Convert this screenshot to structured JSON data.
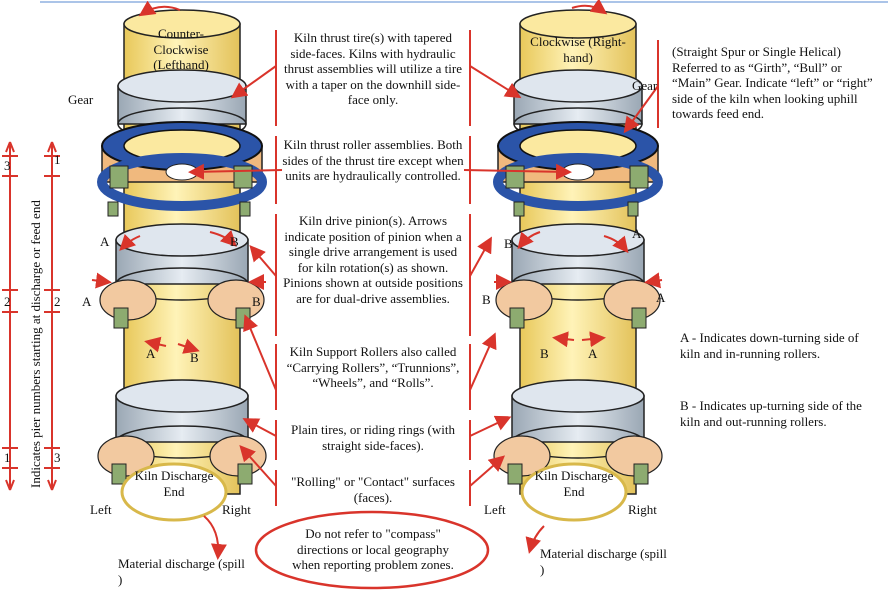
{
  "left_kiln": {
    "rotation_label": "Counter-Clockwise (Lefthand)",
    "gear_label": "Gear",
    "left_label": "Left",
    "right_label": "Right",
    "discharge_end_label": "Kiln Discharge End",
    "material_discharge": "Material discharge (spill )",
    "pos_a_upper": "A",
    "pos_b_upper": "B",
    "pos_a_side": "A",
    "pos_b_side": "B",
    "pos_a_lower": "A",
    "pos_b_lower": "B"
  },
  "right_kiln": {
    "rotation_label": "Clockwise (Right-hand)",
    "gear_label": "Gear",
    "left_label": "Left",
    "right_label": "Right",
    "discharge_end_label": "Kiln Discharge End",
    "material_discharge": "Material discharge (spill )",
    "pos_b_upper": "B",
    "pos_a_upper": "A",
    "pos_b_side": "B",
    "pos_a_side": "A",
    "pos_b_lower": "B",
    "pos_a_lower": "A"
  },
  "pier_axis": {
    "label": "Indicates pier numbers starting at discharge or feed end",
    "left_column": [
      "3",
      "2",
      "1"
    ],
    "right_column": [
      "1",
      "2",
      "3"
    ]
  },
  "callouts": {
    "thrust_tire": "Kiln thrust tire(s) with tapered side-faces. Kilns with hydraulic thrust assemblies will utilize a tire with a taper on the downhill side-face only.",
    "thrust_rollers": "Kiln thrust roller assemblies. Both sides of the thrust tire except when units are hydraulically controlled.",
    "drive_pinion": "Kiln drive pinion(s). Arrows indicate position of pinion when a single drive arrangement is used for kiln rotation(s) as shown. Pinions shown at outside positions are for dual-drive assemblies.",
    "support_rollers": "Kiln Support Rollers also called “Carrying Rollers”, “Trunnions”, “Wheels”, and “Rolls”.",
    "plain_tires": "Plain tires, or riding rings (with straight side-faces).",
    "rolling_surfaces": "\"Rolling\" or \"Contact\" surfaces (faces).",
    "compass_note": "Do not refer to \"compass\" directions or local geography when reporting problem zones."
  },
  "gear_note": "(Straight Spur or Single Helical) Referred to as “Girth”, “Bull” or “Main” Gear.  Indicate “left” or “right” side of the kiln when looking uphill towards feed end.",
  "legend": {
    "a": "A - Indicates down-turning side of kiln and in-running rollers.",
    "b": "B - Indicates up-turning side of the kiln and out-running rollers."
  },
  "colors": {
    "shell": "#f7e28c",
    "gear_ring": "#2b54a8",
    "tire": "#c9d3dd",
    "roller": "#f2c9a0",
    "arrow": "#d9342b",
    "pinion": "#8dab70"
  }
}
